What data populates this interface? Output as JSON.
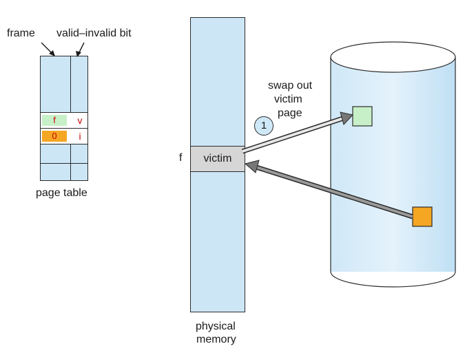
{
  "labels": {
    "frame": "frame",
    "valid_invalid_bit": "valid–invalid bit",
    "page_table": "page table",
    "physical_memory_line1": "physical",
    "physical_memory_line2": "memory",
    "frame_marker": "f",
    "swap_out_line1": "swap out",
    "swap_out_line2": "victim",
    "swap_out_line3": "page"
  },
  "page_table": {
    "rows": [
      {
        "frame": "f",
        "bit": "v",
        "frame_color": "#c8f0c8"
      },
      {
        "frame": "0",
        "bit": "i",
        "frame_color": "#f5a623"
      }
    ]
  },
  "memory": {
    "victim_label": "victim"
  },
  "steps": [
    {
      "number": "1"
    }
  ],
  "colors": {
    "light_blue": "#cce6f6",
    "victim_gray": "#d6d6d6",
    "green_page": "#c8f0c8",
    "orange_page": "#f5a623"
  }
}
